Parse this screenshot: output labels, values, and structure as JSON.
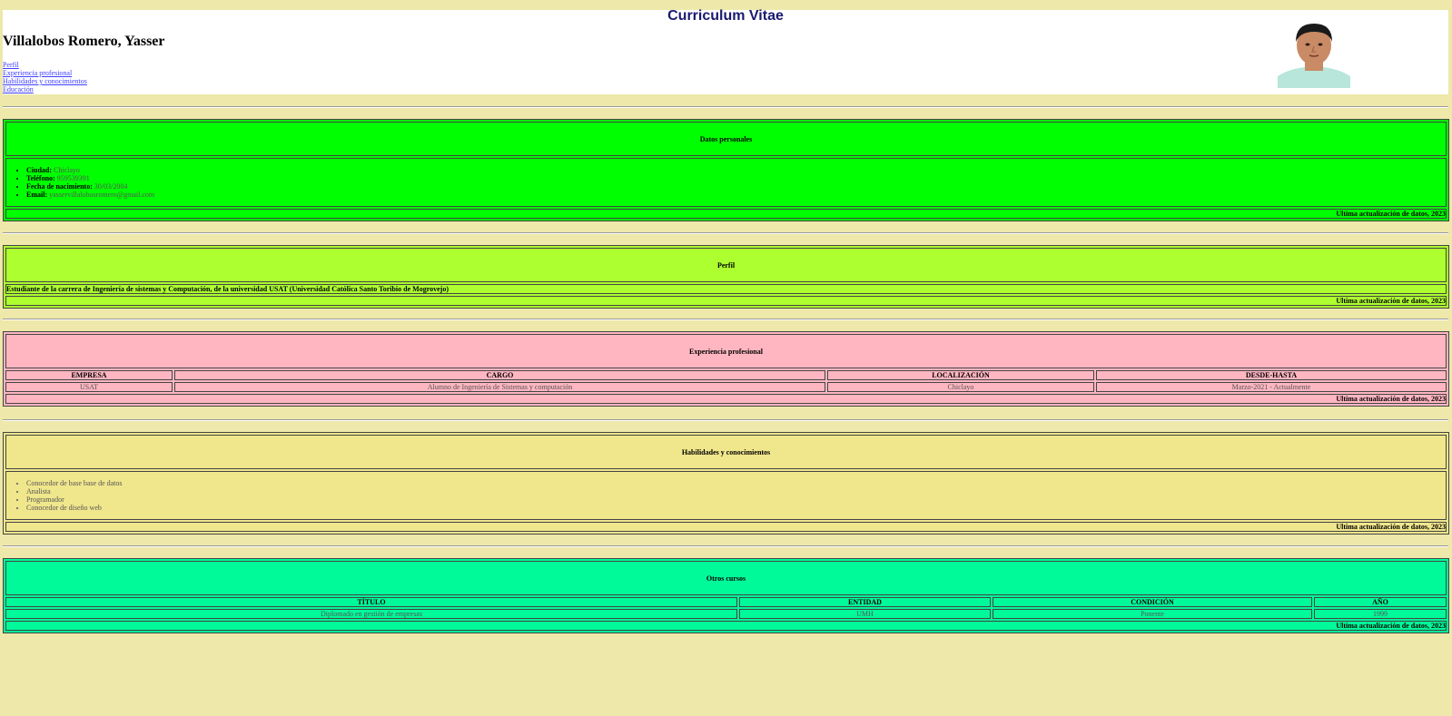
{
  "header": {
    "title": "Curriculum Vitae",
    "name": "Villalobos Romero, Yasser",
    "nav": [
      "Perfil",
      "Experiencia profesional",
      "Habilidades y conocimientos",
      "Educación"
    ]
  },
  "datos": {
    "title": "Datos personales",
    "items": [
      {
        "label": "Ciudad:",
        "value": "Chiclayo"
      },
      {
        "label": "Teléfono:",
        "value": "959539391"
      },
      {
        "label": "Fecha de nacimiento:",
        "value": "30/03/2004"
      },
      {
        "label": "Email:",
        "value": "yasservillalobosromero@gmail.com"
      }
    ],
    "footer": "Ultima actualización de datos, 2023",
    "color": "#00ff00"
  },
  "perfil": {
    "title": "Perfil",
    "text": "Estudiante de la carrera de Ingeniería de sistemas y Computación, de la universidad USAT (Universidad Católica Santo Toribio de Mogrovejo)",
    "footer": "Ultima actualización de datos, 2023",
    "color": "#adff2f"
  },
  "experiencia": {
    "title": "Experiencia profesional",
    "headers": [
      "EMPRESA",
      "CARGO",
      "LOCALIZACIÓN",
      "DESDE-HASTA"
    ],
    "rows": [
      [
        "USAT",
        "Alumno de Ingeniería de Sistemas y computación",
        "Chiclayo",
        "Marzo-2021 - Actualmente"
      ]
    ],
    "footer": "Ultima actualización de datos, 2023",
    "color": "#ffb6c1"
  },
  "habilidades": {
    "title": "Habilidades y conocimientos",
    "items": [
      "Conocedor de base base de datos",
      "Analista",
      "Programador",
      "Conocedor de diseño web"
    ],
    "footer": "Ultima actualización de datos, 2023",
    "color": "#f0e68c"
  },
  "cursos": {
    "title": "Otros cursos",
    "headers": [
      "TÍTULO",
      "ENTIDAD",
      "CONDICIÓN",
      "AÑO"
    ],
    "rows": [
      [
        "Diplomado en gestión de empresas",
        "UMH",
        "Ponente",
        "1999"
      ]
    ],
    "footer": "Ultima actualización de datos, 2023",
    "color": "#00fa9a"
  }
}
